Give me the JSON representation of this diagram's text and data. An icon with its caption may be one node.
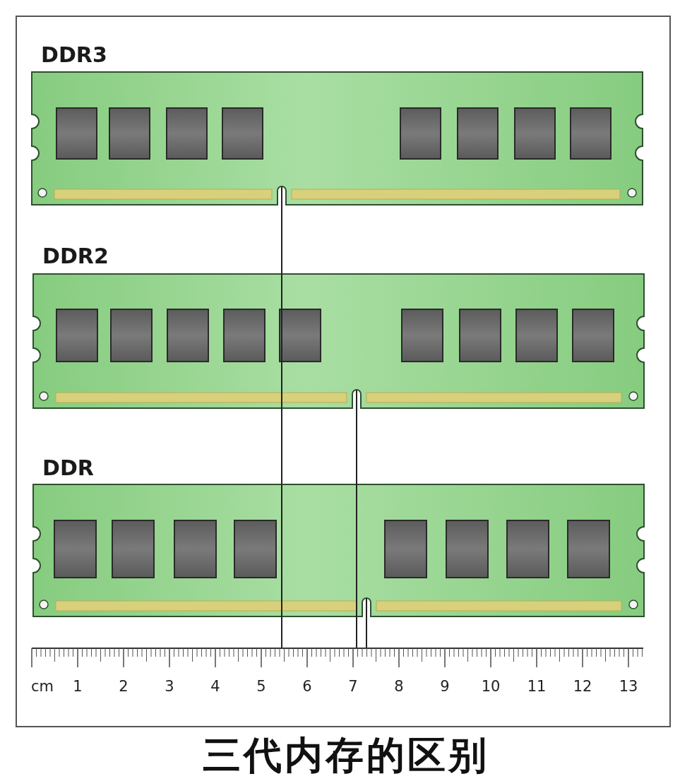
{
  "diagram": {
    "caption": "三代内存的区别",
    "nodes": [
      {
        "text": [
          "DDR3"
        ]
      },
      {
        "text": [
          "DDR2"
        ]
      },
      {
        "text": [
          "DDR"
        ]
      },
      {
        "text": [
          "cm",
          "1",
          "2",
          "3",
          "4",
          "5",
          "6",
          "7",
          "8",
          "9",
          "10",
          "11",
          "12",
          "13"
        ]
      }
    ],
    "edges": [
      {
        "from": 0,
        "to": 3,
        "arrow": "none"
      },
      {
        "from": 1,
        "to": 3,
        "arrow": "none"
      },
      {
        "from": 2,
        "to": 3,
        "arrow": "none"
      }
    ]
  }
}
